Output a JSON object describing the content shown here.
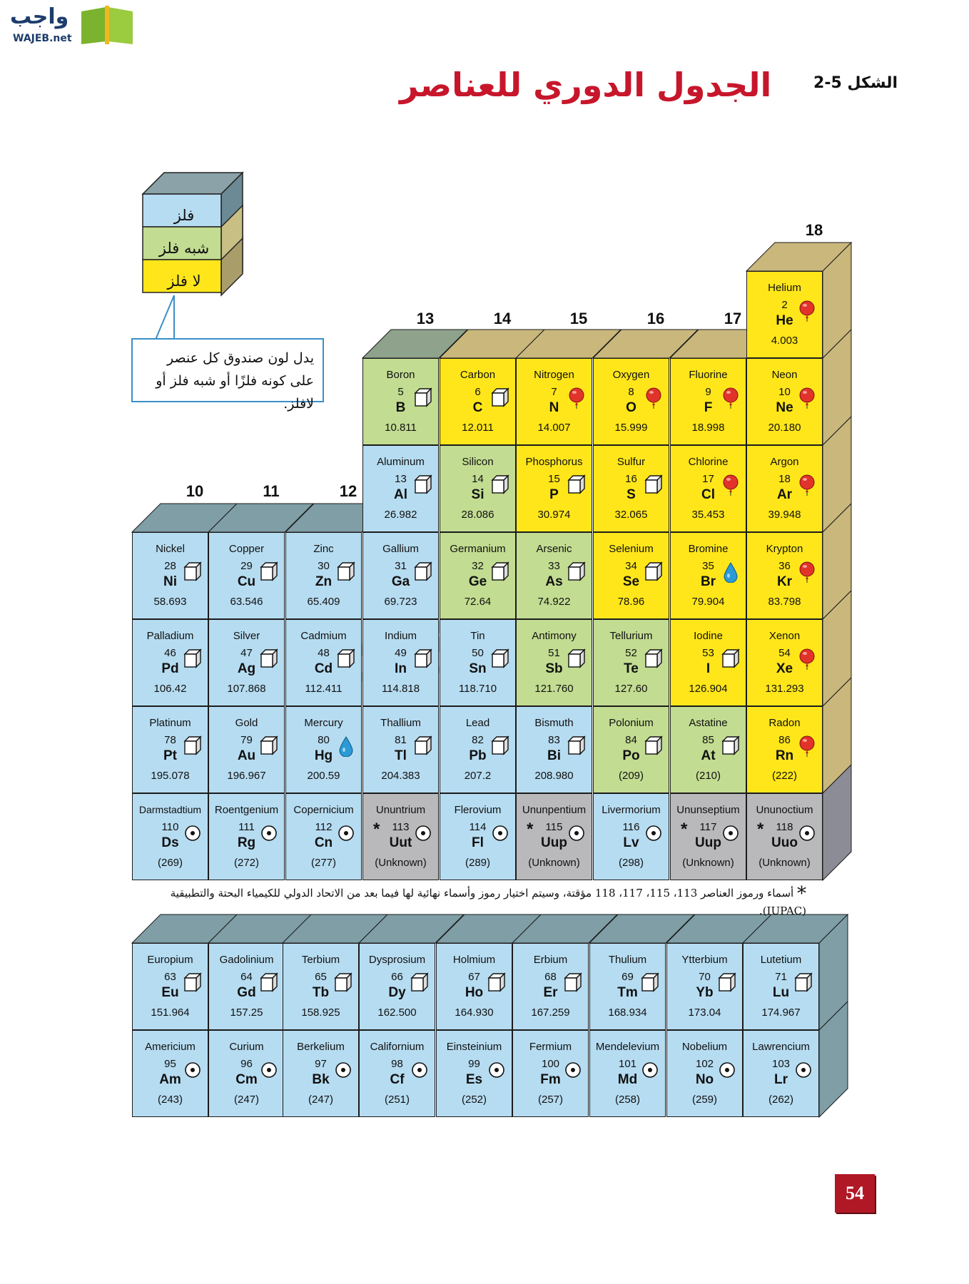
{
  "logo": {
    "arabic": "واجب",
    "latin": "WAJEB.net"
  },
  "figure": {
    "label": "الشكل 5-2",
    "title": "الجدول الدوري للعناصر"
  },
  "legend": {
    "metal": "فلز",
    "metalloid": "شبه فلز",
    "nonmetal": "لا فلز"
  },
  "callout": "يدل لون صندوق كل عنصر على كونه فلزًا أو شبه فلز أو لافلز.",
  "group_numbers": {
    "g10": "10",
    "g11": "11",
    "g12": "12",
    "g13": "13",
    "g14": "14",
    "g15": "15",
    "g16": "16",
    "g17": "17",
    "g18": "18"
  },
  "footnote": "أسماء ورموز العناصر 113، 115، 117، 118 مؤقتة، وسيتم اختيار رموز وأسماء نهائية لها فيما بعد من الاتحاد الدولي للكيمياء البحتة والتطبيقية (IUPAC).",
  "footnote_mark": "*",
  "page_number": "54",
  "colors": {
    "metal": "#b6dcf1",
    "metalloid": "#c2dc91",
    "nonmetal": "#ffe61a",
    "unknown": "#b9b8bb",
    "title": "#c7162b"
  },
  "elements": {
    "he": {
      "name": "Helium",
      "number": "2",
      "symbol": "He",
      "mass": "4.003",
      "state": "gas",
      "cls": "nonmetal"
    },
    "b": {
      "name": "Boron",
      "number": "5",
      "symbol": "B",
      "mass": "10.811",
      "state": "solid",
      "cls": "metalloid"
    },
    "c": {
      "name": "Carbon",
      "number": "6",
      "symbol": "C",
      "mass": "12.011",
      "state": "solid",
      "cls": "nonmetal"
    },
    "n": {
      "name": "Nitrogen",
      "number": "7",
      "symbol": "N",
      "mass": "14.007",
      "state": "gas",
      "cls": "nonmetal"
    },
    "o": {
      "name": "Oxygen",
      "number": "8",
      "symbol": "O",
      "mass": "15.999",
      "state": "gas",
      "cls": "nonmetal"
    },
    "f": {
      "name": "Fluorine",
      "number": "9",
      "symbol": "F",
      "mass": "18.998",
      "state": "gas",
      "cls": "nonmetal"
    },
    "ne": {
      "name": "Neon",
      "number": "10",
      "symbol": "Ne",
      "mass": "20.180",
      "state": "gas",
      "cls": "nonmetal"
    },
    "al": {
      "name": "Aluminum",
      "number": "13",
      "symbol": "Al",
      "mass": "26.982",
      "state": "solid",
      "cls": "metal"
    },
    "si": {
      "name": "Silicon",
      "number": "14",
      "symbol": "Si",
      "mass": "28.086",
      "state": "solid",
      "cls": "metalloid"
    },
    "p": {
      "name": "Phosphorus",
      "number": "15",
      "symbol": "P",
      "mass": "30.974",
      "state": "solid",
      "cls": "nonmetal"
    },
    "s": {
      "name": "Sulfur",
      "number": "16",
      "symbol": "S",
      "mass": "32.065",
      "state": "solid",
      "cls": "nonmetal"
    },
    "cl": {
      "name": "Chlorine",
      "number": "17",
      "symbol": "Cl",
      "mass": "35.453",
      "state": "gas",
      "cls": "nonmetal"
    },
    "ar": {
      "name": "Argon",
      "number": "18",
      "symbol": "Ar",
      "mass": "39.948",
      "state": "gas",
      "cls": "nonmetal"
    },
    "ni": {
      "name": "Nickel",
      "number": "28",
      "symbol": "Ni",
      "mass": "58.693",
      "state": "solid",
      "cls": "metal"
    },
    "cu": {
      "name": "Copper",
      "number": "29",
      "symbol": "Cu",
      "mass": "63.546",
      "state": "solid",
      "cls": "metal"
    },
    "zn": {
      "name": "Zinc",
      "number": "30",
      "symbol": "Zn",
      "mass": "65.409",
      "state": "solid",
      "cls": "metal"
    },
    "ga": {
      "name": "Gallium",
      "number": "31",
      "symbol": "Ga",
      "mass": "69.723",
      "state": "solid",
      "cls": "metal"
    },
    "ge": {
      "name": "Germanium",
      "number": "32",
      "symbol": "Ge",
      "mass": "72.64",
      "state": "solid",
      "cls": "metalloid"
    },
    "as": {
      "name": "Arsenic",
      "number": "33",
      "symbol": "As",
      "mass": "74.922",
      "state": "solid",
      "cls": "metalloid"
    },
    "se": {
      "name": "Selenium",
      "number": "34",
      "symbol": "Se",
      "mass": "78.96",
      "state": "solid",
      "cls": "nonmetal"
    },
    "br": {
      "name": "Bromine",
      "number": "35",
      "symbol": "Br",
      "mass": "79.904",
      "state": "liquid",
      "cls": "nonmetal"
    },
    "kr": {
      "name": "Krypton",
      "number": "36",
      "symbol": "Kr",
      "mass": "83.798",
      "state": "gas",
      "cls": "nonmetal"
    },
    "pd": {
      "name": "Palladium",
      "number": "46",
      "symbol": "Pd",
      "mass": "106.42",
      "state": "solid",
      "cls": "metal"
    },
    "ag": {
      "name": "Silver",
      "number": "47",
      "symbol": "Ag",
      "mass": "107.868",
      "state": "solid",
      "cls": "metal"
    },
    "cd": {
      "name": "Cadmium",
      "number": "48",
      "symbol": "Cd",
      "mass": "112.411",
      "state": "solid",
      "cls": "metal"
    },
    "in": {
      "name": "Indium",
      "number": "49",
      "symbol": "In",
      "mass": "114.818",
      "state": "solid",
      "cls": "metal"
    },
    "sn": {
      "name": "Tin",
      "number": "50",
      "symbol": "Sn",
      "mass": "118.710",
      "state": "solid",
      "cls": "metal"
    },
    "sb": {
      "name": "Antimony",
      "number": "51",
      "symbol": "Sb",
      "mass": "121.760",
      "state": "solid",
      "cls": "metalloid"
    },
    "te": {
      "name": "Tellurium",
      "number": "52",
      "symbol": "Te",
      "mass": "127.60",
      "state": "solid",
      "cls": "metalloid"
    },
    "i": {
      "name": "Iodine",
      "number": "53",
      "symbol": "I",
      "mass": "126.904",
      "state": "solid",
      "cls": "nonmetal"
    },
    "xe": {
      "name": "Xenon",
      "number": "54",
      "symbol": "Xe",
      "mass": "131.293",
      "state": "gas",
      "cls": "nonmetal"
    },
    "pt": {
      "name": "Platinum",
      "number": "78",
      "symbol": "Pt",
      "mass": "195.078",
      "state": "solid",
      "cls": "metal"
    },
    "au": {
      "name": "Gold",
      "number": "79",
      "symbol": "Au",
      "mass": "196.967",
      "state": "solid",
      "cls": "metal"
    },
    "hg": {
      "name": "Mercury",
      "number": "80",
      "symbol": "Hg",
      "mass": "200.59",
      "state": "liquid",
      "cls": "metal"
    },
    "tl": {
      "name": "Thallium",
      "number": "81",
      "symbol": "Tl",
      "mass": "204.383",
      "state": "solid",
      "cls": "metal"
    },
    "pb": {
      "name": "Lead",
      "number": "82",
      "symbol": "Pb",
      "mass": "207.2",
      "state": "solid",
      "cls": "metal"
    },
    "bi": {
      "name": "Bismuth",
      "number": "83",
      "symbol": "Bi",
      "mass": "208.980",
      "state": "solid",
      "cls": "metal"
    },
    "po": {
      "name": "Polonium",
      "number": "84",
      "symbol": "Po",
      "mass": "(209)",
      "state": "solid",
      "cls": "metalloid"
    },
    "at": {
      "name": "Astatine",
      "number": "85",
      "symbol": "At",
      "mass": "(210)",
      "state": "solid",
      "cls": "metalloid"
    },
    "rn": {
      "name": "Radon",
      "number": "86",
      "symbol": "Rn",
      "mass": "(222)",
      "state": "gas",
      "cls": "nonmetal"
    },
    "ds": {
      "name": "Darmstadtium",
      "number": "110",
      "symbol": "Ds",
      "mass": "(269)",
      "state": "synthetic",
      "cls": "metal"
    },
    "rg": {
      "name": "Roentgenium",
      "number": "111",
      "symbol": "Rg",
      "mass": "(272)",
      "state": "synthetic",
      "cls": "metal"
    },
    "cn": {
      "name": "Copernicium",
      "number": "112",
      "symbol": "Cn",
      "mass": "(277)",
      "state": "synthetic",
      "cls": "metal"
    },
    "uut": {
      "name": "Ununtrium",
      "number": "113",
      "symbol": "Uut",
      "mass": "(Unknown)",
      "state": "synthetic",
      "cls": "unknown",
      "star": "*"
    },
    "fl": {
      "name": "Flerovium",
      "number": "114",
      "symbol": "Fl",
      "mass": "(289)",
      "state": "synthetic",
      "cls": "metal"
    },
    "uup": {
      "name": "Ununpentium",
      "number": "115",
      "symbol": "Uup",
      "mass": "(Unknown)",
      "state": "synthetic",
      "cls": "unknown",
      "star": "*"
    },
    "lv": {
      "name": "Livermorium",
      "number": "116",
      "symbol": "Lv",
      "mass": "(298)",
      "state": "synthetic",
      "cls": "metal"
    },
    "uus": {
      "name": "Ununseptium",
      "number": "117",
      "symbol": "Uup",
      "mass": "(Unknown)",
      "state": "synthetic",
      "cls": "unknown",
      "star": "*"
    },
    "uuo": {
      "name": "Ununoctium",
      "number": "118",
      "symbol": "Uuo",
      "mass": "(Unknown)",
      "state": "synthetic",
      "cls": "unknown",
      "star": "*"
    },
    "eu": {
      "name": "Europium",
      "number": "63",
      "symbol": "Eu",
      "mass": "151.964",
      "state": "solid",
      "cls": "metal"
    },
    "gd": {
      "name": "Gadolinium",
      "number": "64",
      "symbol": "Gd",
      "mass": "157.25",
      "state": "solid",
      "cls": "metal"
    },
    "tb": {
      "name": "Terbium",
      "number": "65",
      "symbol": "Tb",
      "mass": "158.925",
      "state": "solid",
      "cls": "metal"
    },
    "dy": {
      "name": "Dysprosium",
      "number": "66",
      "symbol": "Dy",
      "mass": "162.500",
      "state": "solid",
      "cls": "metal"
    },
    "ho": {
      "name": "Holmium",
      "number": "67",
      "symbol": "Ho",
      "mass": "164.930",
      "state": "solid",
      "cls": "metal"
    },
    "er": {
      "name": "Erbium",
      "number": "68",
      "symbol": "Er",
      "mass": "167.259",
      "state": "solid",
      "cls": "metal"
    },
    "tm": {
      "name": "Thulium",
      "number": "69",
      "symbol": "Tm",
      "mass": "168.934",
      "state": "solid",
      "cls": "metal"
    },
    "yb": {
      "name": "Ytterbium",
      "number": "70",
      "symbol": "Yb",
      "mass": "173.04",
      "state": "solid",
      "cls": "metal"
    },
    "lu": {
      "name": "Lutetium",
      "number": "71",
      "symbol": "Lu",
      "mass": "174.967",
      "state": "solid",
      "cls": "metal"
    },
    "am": {
      "name": "Americium",
      "number": "95",
      "symbol": "Am",
      "mass": "(243)",
      "state": "synthetic",
      "cls": "metal"
    },
    "cm": {
      "name": "Curium",
      "number": "96",
      "symbol": "Cm",
      "mass": "(247)",
      "state": "synthetic",
      "cls": "metal"
    },
    "bk": {
      "name": "Berkelium",
      "number": "97",
      "symbol": "Bk",
      "mass": "(247)",
      "state": "synthetic",
      "cls": "metal"
    },
    "cf": {
      "name": "Californium",
      "number": "98",
      "symbol": "Cf",
      "mass": "(251)",
      "state": "synthetic",
      "cls": "metal"
    },
    "es": {
      "name": "Einsteinium",
      "number": "99",
      "symbol": "Es",
      "mass": "(252)",
      "state": "synthetic",
      "cls": "metal"
    },
    "fm": {
      "name": "Fermium",
      "number": "100",
      "symbol": "Fm",
      "mass": "(257)",
      "state": "synthetic",
      "cls": "metal"
    },
    "md": {
      "name": "Mendelevium",
      "number": "101",
      "symbol": "Md",
      "mass": "(258)",
      "state": "synthetic",
      "cls": "metal"
    },
    "no": {
      "name": "Nobelium",
      "number": "102",
      "symbol": "No",
      "mass": "(259)",
      "state": "synthetic",
      "cls": "metal"
    },
    "lr": {
      "name": "Lawrencium",
      "number": "103",
      "symbol": "Lr",
      "mass": "(262)",
      "state": "synthetic",
      "cls": "metal"
    }
  }
}
